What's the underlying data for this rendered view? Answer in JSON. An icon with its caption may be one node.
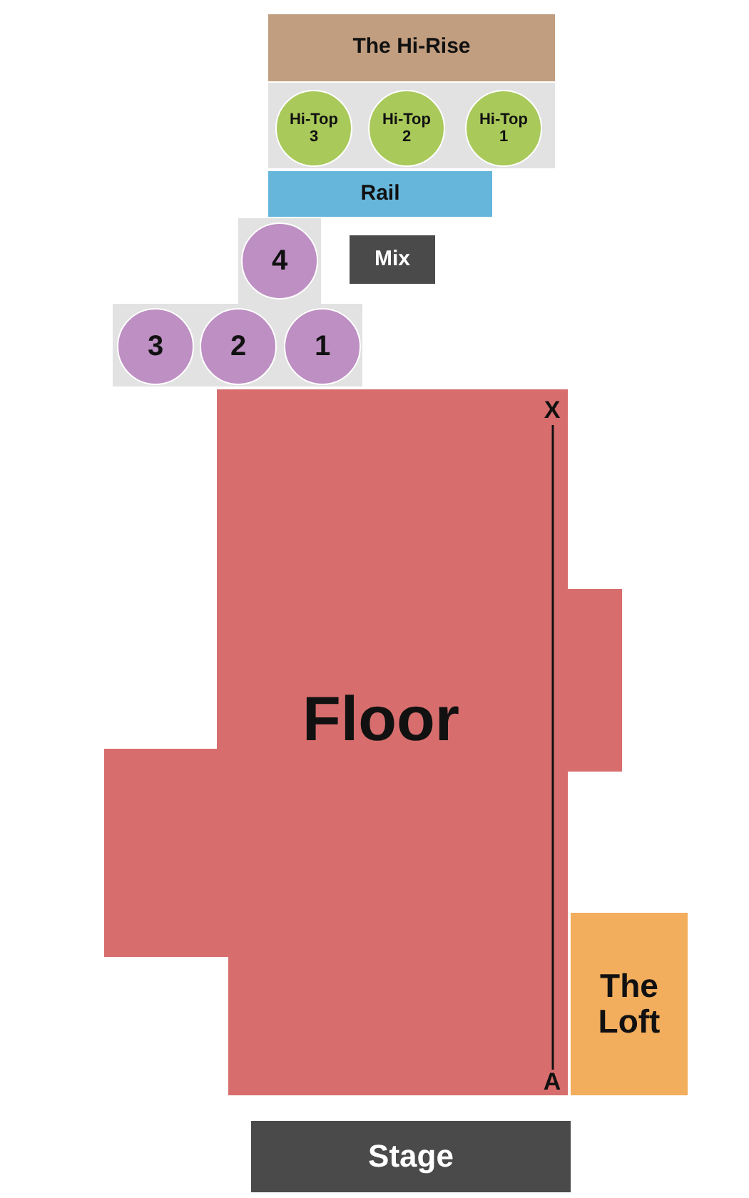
{
  "diagram": {
    "nodes": [
      {
        "text": [
          "The Hi-Rise"
        ]
      },
      {
        "text": [
          "Hi-Top 3"
        ]
      },
      {
        "text": [
          "Hi-Top 2"
        ]
      },
      {
        "text": [
          "Hi-Top 1"
        ]
      },
      {
        "text": [
          "Rail"
        ]
      },
      {
        "text": [
          "4"
        ]
      },
      {
        "text": [
          "Mix"
        ]
      },
      {
        "text": [
          "3"
        ]
      },
      {
        "text": [
          "2"
        ]
      },
      {
        "text": [
          "1"
        ]
      },
      {
        "text": [
          "Floor"
        ]
      },
      {
        "text": [
          "The Loft"
        ]
      },
      {
        "text": [
          "Stage"
        ]
      }
    ],
    "edges": [],
    "labels": [
      "X",
      "A"
    ]
  }
}
